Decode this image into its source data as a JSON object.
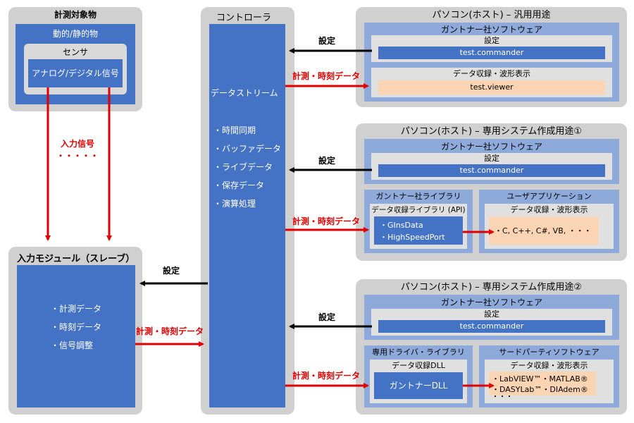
{
  "measured_object": {
    "title": "計測対象物",
    "object_type": "動的/静的物",
    "sensor": "センサ",
    "signal": "アナログ/デジタル信号"
  },
  "input_signal": {
    "label": "入力信号",
    "dots": "・・・・・"
  },
  "input_module": {
    "title": "入力モジュール（スレーブ）",
    "items": [
      "計測データ",
      "時刻データ",
      "信号調整"
    ]
  },
  "controller": {
    "title": "コントローラ",
    "stream": "データストリーム",
    "items": [
      "時間同期",
      "バッファデータ",
      "ライブデータ",
      "保存データ",
      "演算処理"
    ]
  },
  "arrows": {
    "settings": "設定",
    "measure_time": "計測・時刻データ"
  },
  "pc1": {
    "title": "パソコン(ホスト) – 汎用用途",
    "software": "ガントナー社ソフトウェア",
    "settings": "設定",
    "commander": "test.commander",
    "viewer_title": "データ収録・波形表示",
    "viewer": "test.viewer"
  },
  "pc2": {
    "title": "パソコン(ホスト) – 専用システム作成用途①",
    "software": "ガントナー社ソフトウェア",
    "settings": "設定",
    "commander": "test.commander",
    "library_title": "ガントナー社ライブラリ",
    "api_title": "データ収録ライブラリ (API)",
    "api_items": [
      "・GInsData",
      "・HighSpeedPort"
    ],
    "user_app_title": "ユーザアプリケーション",
    "user_app_sub": "データ収録・波形表示",
    "user_app_langs": "・C, C++, C#, VB, ・・・"
  },
  "pc3": {
    "title": "パソコン(ホスト) – 専用システム作成用途②",
    "software": "ガントナー社ソフトウェア",
    "settings": "設定",
    "commander": "test.commander",
    "driver_title": "専用ドライバ・ライブラリ",
    "dll_title": "データ収録DLL",
    "dll": "ガントナーDLL",
    "third_title": "サードパーティソフトウェア",
    "third_sub": "データ収録・波形表示",
    "third_items": [
      "・LabVIEW™・MATLAB®",
      "・DASYLab™・DIAdem®",
      "・・・"
    ]
  },
  "colors": {
    "gray": "#d0d0d0",
    "blue": "#4472c4",
    "light_blue": "#8eaadb",
    "peach": "#fbd4b4",
    "red": "#e00000"
  }
}
